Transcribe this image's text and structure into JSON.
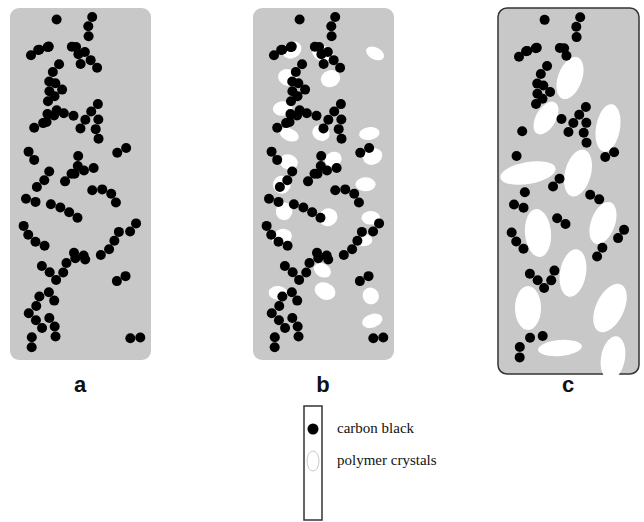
{
  "diagram": {
    "labels": [
      "a",
      "b",
      "c"
    ],
    "legend": [
      {
        "text": "carbon black"
      },
      {
        "text": "polymer crystals"
      }
    ]
  }
}
